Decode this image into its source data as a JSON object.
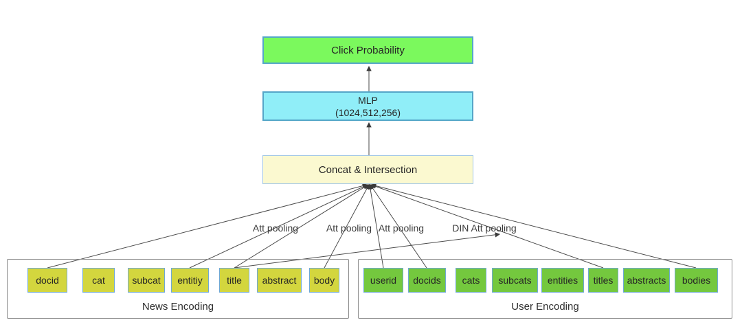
{
  "diagram": {
    "nodes": {
      "click": {
        "label": "Click Probability",
        "fill": "#7bf95d"
      },
      "mlp": {
        "label": "MLP",
        "sublabel": "(1024,512,256)",
        "fill": "#90eef8"
      },
      "concat": {
        "label": "Concat & Intersection",
        "fill": "#fbf9d0"
      }
    },
    "edge_labels": [
      "Att pooling",
      "Att pooling",
      "Att pooling",
      "DIN Att pooling"
    ],
    "news": {
      "label": "News Encoding",
      "item_fill": "#d3d63e",
      "items": [
        "docid",
        "cat",
        "subcat",
        "entitiy",
        "title",
        "abstract",
        "body"
      ]
    },
    "user": {
      "label": "User Encoding",
      "item_fill": "#74c83e",
      "items": [
        "userid",
        "docids",
        "cats",
        "subcats",
        "entities",
        "titles",
        "abstracts",
        "bodies"
      ]
    }
  }
}
